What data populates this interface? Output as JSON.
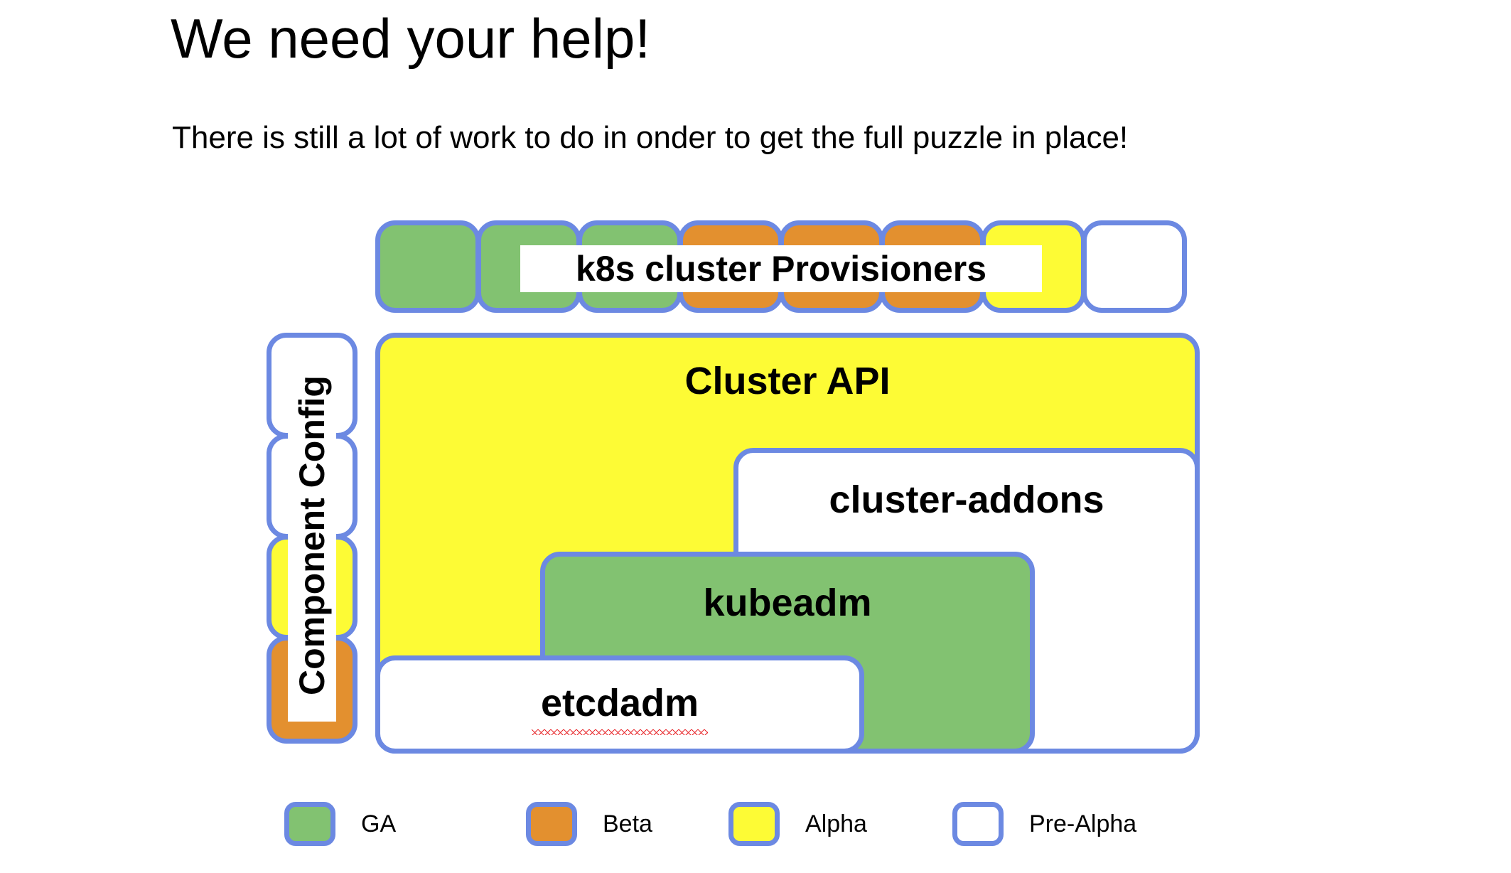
{
  "slide": {
    "title": "We need your help!",
    "subtitle": "There is still a lot of work to do in onder to get the full puzzle in place!"
  },
  "diagram": {
    "provisioners_row": {
      "label": "k8s cluster Provisioners",
      "tiles": [
        {
          "maturity": "GA"
        },
        {
          "maturity": "GA"
        },
        {
          "maturity": "GA"
        },
        {
          "maturity": "Beta"
        },
        {
          "maturity": "Beta"
        },
        {
          "maturity": "Beta"
        },
        {
          "maturity": "Alpha"
        },
        {
          "maturity": "Pre-Alpha"
        }
      ]
    },
    "component_config_column": {
      "label": "Component Config",
      "tiles": [
        {
          "maturity": "Pre-Alpha"
        },
        {
          "maturity": "Pre-Alpha"
        },
        {
          "maturity": "Alpha"
        },
        {
          "maturity": "Beta"
        }
      ]
    },
    "stack": [
      {
        "label": "Cluster API",
        "maturity": "Alpha"
      },
      {
        "label": "cluster-addons",
        "maturity": "Pre-Alpha"
      },
      {
        "label": "kubeadm",
        "maturity": "GA"
      },
      {
        "label": "etcdadm",
        "maturity": "Pre-Alpha",
        "spellcheck_error": true
      }
    ]
  },
  "legend": {
    "items": [
      {
        "label": "GA",
        "color": "#82c271"
      },
      {
        "label": "Beta",
        "color": "#e3902f"
      },
      {
        "label": "Alpha",
        "color": "#fdfb35"
      },
      {
        "label": "Pre-Alpha",
        "color": "#ffffff"
      }
    ]
  },
  "colors": {
    "border": "#6c89e2",
    "ga": "#82c271",
    "beta": "#e3902f",
    "alpha": "#fdfb35",
    "prealpha": "#ffffff",
    "text": "#000000",
    "spell_underline": "#e8262a"
  }
}
